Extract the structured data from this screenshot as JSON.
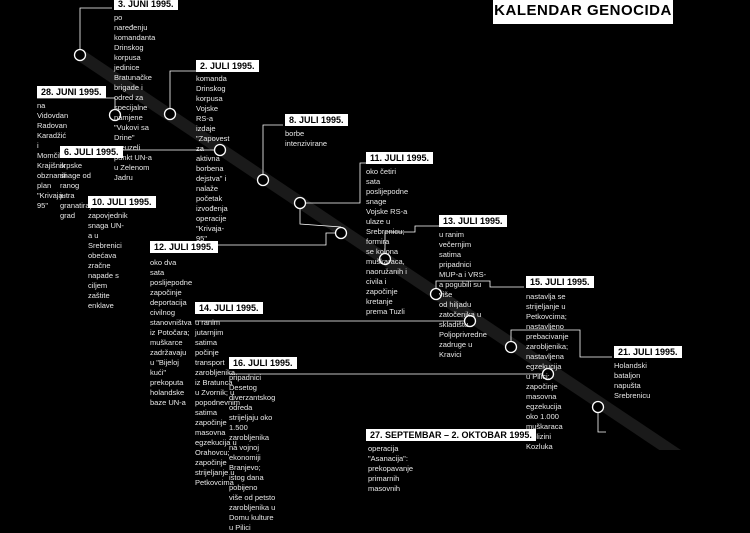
{
  "header": {
    "title": "KALENDAR GENOCIDA"
  },
  "events": [
    {
      "date": "3. JUNI 1995.",
      "text": "po naređenju komandanta Drinskog korpusa jedinice Bratunačke\nbrigade i odred za specijalne namjene \"Vukovi sa Drine\" preuzeli\npunkt UN-a u Zelenom Jadru"
    },
    {
      "date": "28. JUNI 1995.",
      "text": "na Vidovdan Radovan\nKaradžić i Momčilo Krajišnik\nobznanili plan \"Krivaja-95\""
    },
    {
      "date": "2. JULI 1995.",
      "text": "komanda Drinskog korpusa Vojske RS-a izdaje \"Zapovest za aktivna\nborbena dejstva\" i nalaže početak izvođenja operacije \"Krivaja-95\""
    },
    {
      "date": "6. JULI 1995.",
      "text": "srpske snage od ranog\njutra granatiraju grad"
    },
    {
      "date": "8. JULI 1995.",
      "text": "borbe intenzivirane"
    },
    {
      "date": "11. JULI 1995.",
      "text": "oko četiri sata poslijepodne snage Vojske RS-a ulaze u Srebrenicu; formira\nse kolona muškaraca, naoružanih i civila i započinje kretanje prema Tuzli"
    },
    {
      "date": "10. JULI 1995.",
      "text": "zapovjednik snaga UN-a u Srebrenici obećava\nzračne napade s ciljem zaštite enklave"
    },
    {
      "date": "13. JULI 1995.",
      "text": "u ranim večernjim satima pripadnici MUP-a i VRS-a pogubili su više\nod hiljadu zatočenika u skladištu Poljoprivredne zadruge u Kravici"
    },
    {
      "date": "12. JULI 1995.",
      "text": "oko dva sata poslijepodne započinje deportacija\ncivilnog stanovništva iz Potočara; muškarce zadržavaju\nu \"Bijeloj kući\" prekoputa holandske baze UN-a"
    },
    {
      "date": "15. JULI 1995.",
      "text": "nastavlja se strijeljanje u Petkovcima; nastavljeno\nprebacivanje zarobljenika; nastavljena egzekucija\nu Pilici; započinje masovna egzekucija oko 1.000\nmuškaraca u blizini Kozluka"
    },
    {
      "date": "14. JULI 1995.",
      "text": "u ranim jutarnjim satima počinje transport zarobljenika iz Bratunca\nu Zvornik; u popodnevnim satima započinje masovna egzekucija u\nOrahovcu; započinje strijeljanje u Petkovcima"
    },
    {
      "date": "21. JULI 1995.",
      "text": "Holandski bataljon\nnapušta Srebrenicu"
    },
    {
      "date": "16. JULI 1995.",
      "text": "pripadnici Desetog diverzantskog odreda strijeljaju oko 1.500\nzarobljenika na vojnoj ekonomiji Branjevo; istog dana pobijeno\nviše od petsto zarobljenika u Domu kulture u Pilici"
    },
    {
      "date": "27. SEPTEMBAR – 2. OKTOBAR 1995.",
      "text": "operacija \"Asanacija\": prekopavanje primarnih masovnih"
    }
  ],
  "colors": {
    "background": "#000000",
    "line": "#1a1a1a",
    "connector": "#ffffff",
    "tag": "#ffffff"
  }
}
